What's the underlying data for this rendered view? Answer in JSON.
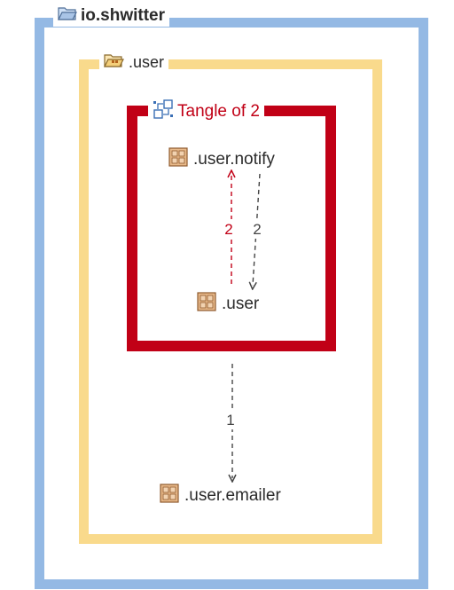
{
  "groups": {
    "outer_label": "io.shwitter",
    "mid_label": ".user",
    "tangle_label": "Tangle of 2"
  },
  "nodes": {
    "notify": ".user.notify",
    "user": ".user",
    "emailer": ".user.emailer"
  },
  "edges": {
    "user_to_notify": "2",
    "notify_to_user": "2",
    "user_to_emailer": "1"
  },
  "colors": {
    "outer_border": "#94b9e4",
    "mid_border": "#f9da8c",
    "tangle_border": "#c10016",
    "cyclic_edge": "#c10016",
    "normal_edge": "#444444"
  },
  "icons": {
    "outer": "folder-icon",
    "mid": "folder-icon",
    "tangle": "tangle-icon",
    "node": "package-icon"
  }
}
